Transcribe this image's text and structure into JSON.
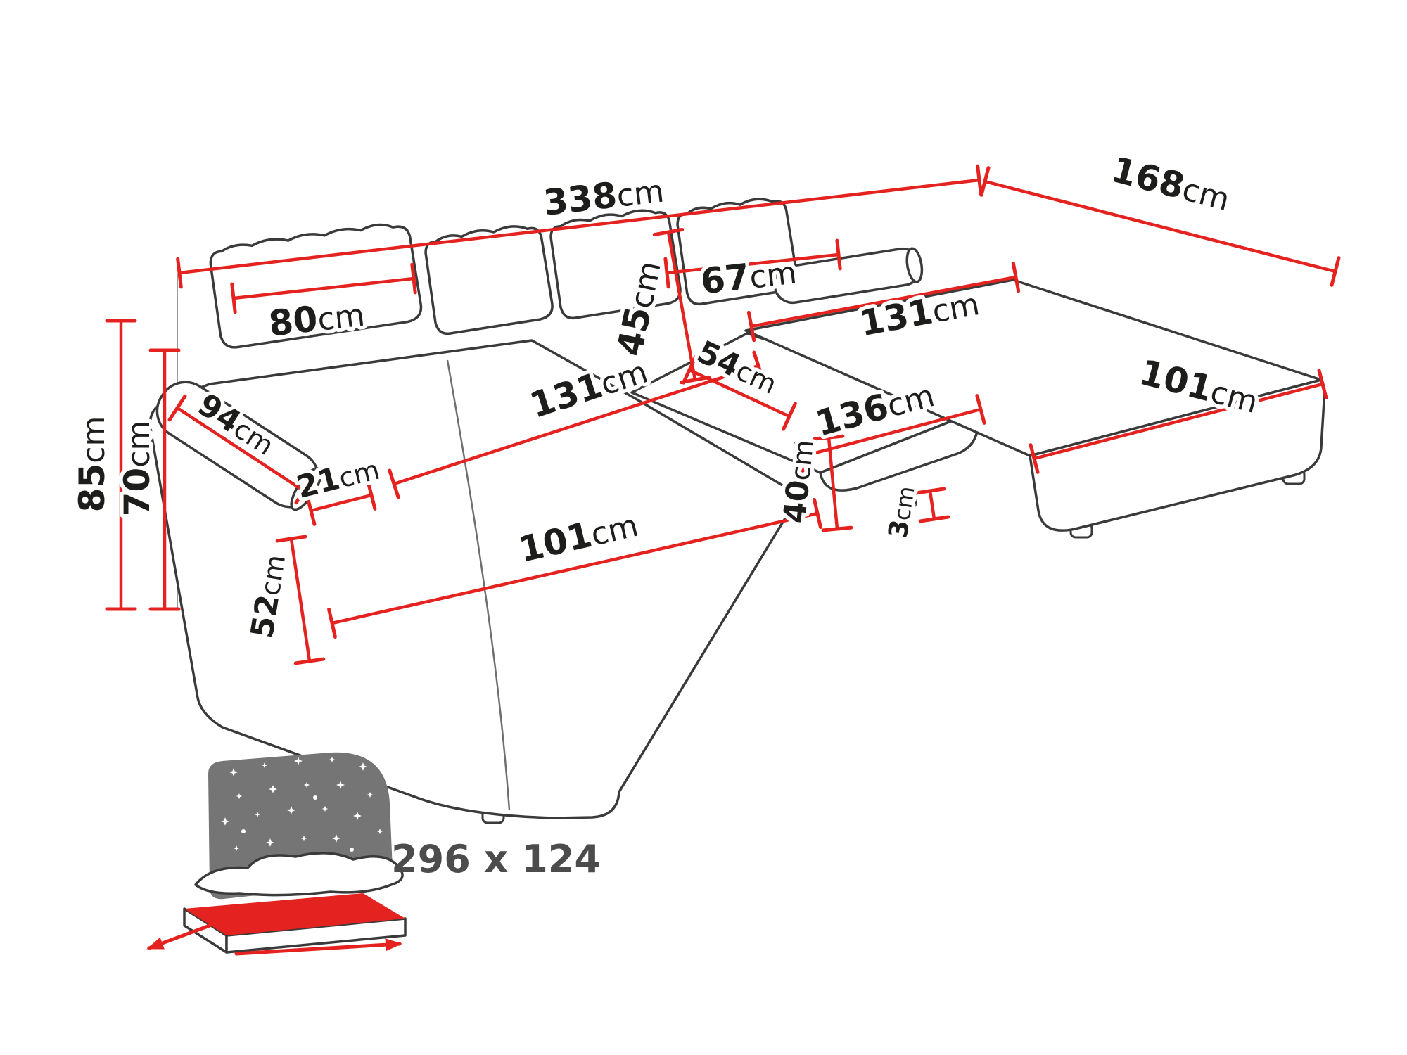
{
  "colors": {
    "dimension_red": "#e42320",
    "outline_gray": "#3a3a3a",
    "star_panel_gray": "#757575",
    "label_black": "#1d1d1b",
    "sleeping_label_gray": "#4c4c4c"
  },
  "diagram": {
    "product": "u-shaped-sectional-sofa-dimension-drawing",
    "dimensions": {
      "total_width": {
        "value": "338",
        "unit": "cm"
      },
      "side_depth": {
        "value": "168",
        "unit": "cm"
      },
      "back_cushion_wide": {
        "value": "80",
        "unit": "cm"
      },
      "back_cushion_narrow": {
        "value": "67",
        "unit": "cm"
      },
      "back_cushion_height": {
        "value": "45",
        "unit": "cm"
      },
      "seat_depth": {
        "value": "54",
        "unit": "cm"
      },
      "middle_section_width": {
        "value": "136",
        "unit": "cm"
      },
      "right_chaise_length": {
        "value": "131",
        "unit": "cm"
      },
      "right_chaise_width": {
        "value": "101",
        "unit": "cm"
      },
      "armrest_length": {
        "value": "94",
        "unit": "cm"
      },
      "armrest_width": {
        "value": "21",
        "unit": "cm"
      },
      "total_height": {
        "value": "85",
        "unit": "cm"
      },
      "backrest_height": {
        "value": "70",
        "unit": "cm"
      },
      "left_chaise_length": {
        "value": "131",
        "unit": "cm"
      },
      "left_chaise_width": {
        "value": "101",
        "unit": "cm"
      },
      "seat_height": {
        "value": "52",
        "unit": "cm"
      },
      "base_height": {
        "value": "40",
        "unit": "cm"
      },
      "leg_height": {
        "value": "3",
        "unit": "cm"
      }
    },
    "sleeping_area": {
      "size": "296 x 124",
      "icon": "sleeping-function-icon"
    }
  }
}
